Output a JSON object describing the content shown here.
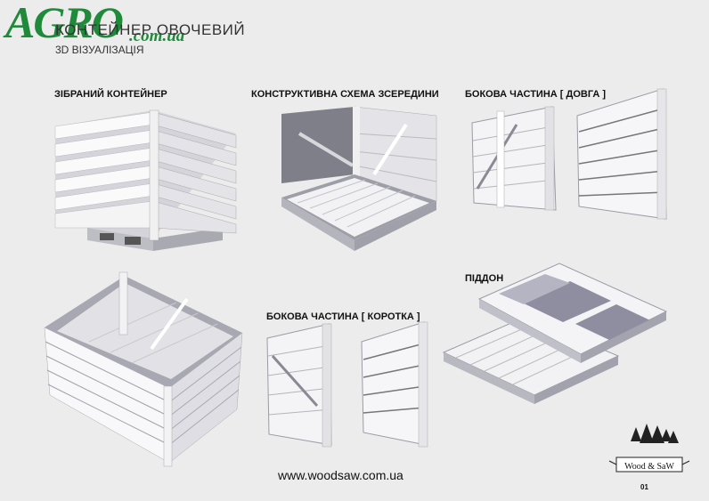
{
  "header": {
    "logo_text": "AGRO",
    "logo_domain": ".com.ua",
    "title": "КОНТЕЙНЕР ОВОЧЕВИЙ",
    "subtitle": "3D ВІЗУАЛІЗАЦІЯ"
  },
  "sections": {
    "assembled": "ЗІБРАНИЙ КОНТЕЙНЕР",
    "inside": "КОНСТРУКТИВНА СХЕМА ЗСЕРЕДИНИ",
    "side_long": "БОКОВА ЧАСТИНА [ ДОВГА ]",
    "side_short": "БОКОВА ЧАСТИНА [ КОРОТКА ]",
    "pallet": "ПІДДОН"
  },
  "footer": {
    "url": "www.woodsaw.com.ua",
    "brand": "Wood & SaW",
    "page": "01"
  },
  "colors": {
    "accent": "#1e8a3a",
    "background": "#ececec",
    "wood_light": "#fafafa",
    "wood_shade": "#c9c9cf",
    "wood_dark": "#8b8b95"
  }
}
